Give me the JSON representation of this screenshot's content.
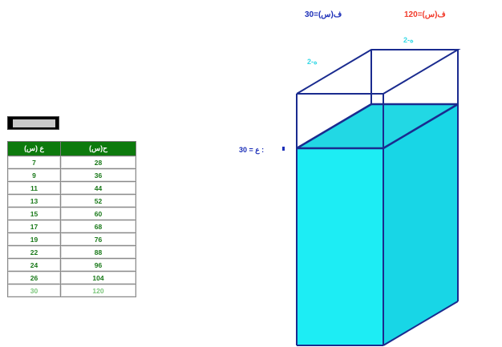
{
  "labels": {
    "base": "ف(س)=30",
    "volume": "ف(س)=120",
    "h_right": "2-ه",
    "h_left": "2-ه",
    "height": "ع = 30 :"
  },
  "button": {
    "label": ""
  },
  "table": {
    "headers": [
      "ع (س)",
      "ح(س)"
    ],
    "rows": [
      [
        "7",
        "28"
      ],
      [
        "9",
        "36"
      ],
      [
        "11",
        "44"
      ],
      [
        "13",
        "52"
      ],
      [
        "15",
        "60"
      ],
      [
        "17",
        "68"
      ],
      [
        "19",
        "76"
      ],
      [
        "22",
        "88"
      ],
      [
        "24",
        "96"
      ],
      [
        "26",
        "104"
      ],
      [
        "30",
        "120"
      ]
    ]
  },
  "colors": {
    "fill_front": "#1dedf4",
    "fill_side": "#18d6e6",
    "fill_top": "#22d8e4",
    "edge": "#1a2b8f",
    "label_blue": "#1c2fb8",
    "label_red": "#f13a2a",
    "header_green": "#0d7a0d"
  }
}
